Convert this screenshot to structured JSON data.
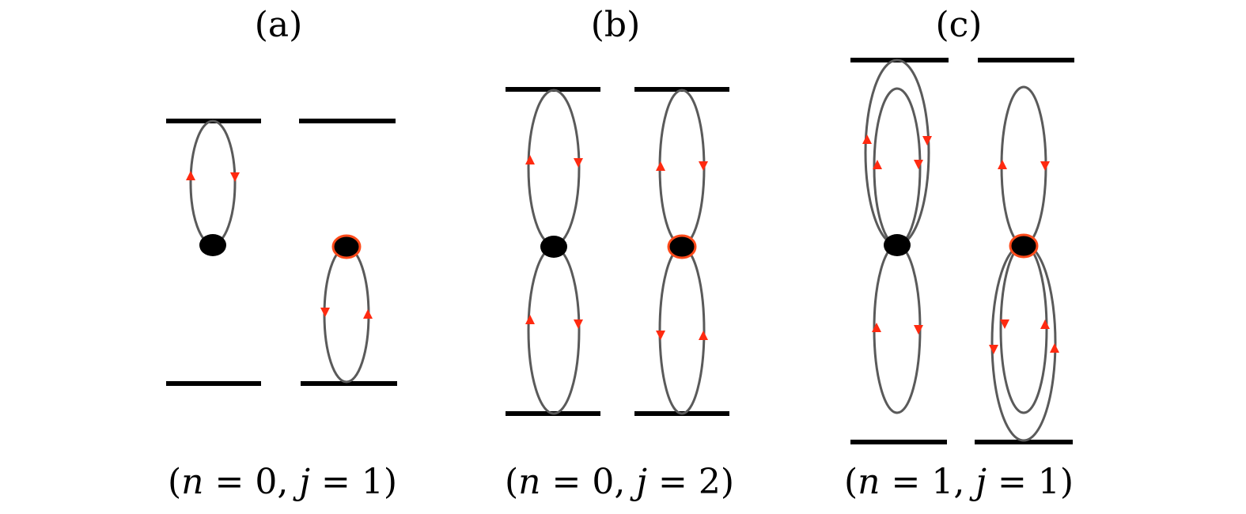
{
  "figure": {
    "colors": {
      "plate": "#000000",
      "loop": "#5a5a5a",
      "vertex": "#000000",
      "arrow": "#ff2a10",
      "vertex_ring": "#ff4a1a"
    },
    "panels": [
      {
        "id": "a",
        "title": "(a)",
        "caption": {
          "open": "(",
          "n_var": "n",
          "eq1": " = 0, ",
          "j_var": "j",
          "eq2": " = 1)"
        }
      },
      {
        "id": "b",
        "title": "(b)",
        "caption": {
          "open": "(",
          "n_var": "n",
          "eq1": " = 0, ",
          "j_var": "j",
          "eq2": " = 2)"
        }
      },
      {
        "id": "c",
        "title": "(c)",
        "caption": {
          "open": "(",
          "n_var": "n",
          "eq1": " = 1, ",
          "j_var": "j",
          "eq2": " = 1)"
        }
      }
    ]
  }
}
